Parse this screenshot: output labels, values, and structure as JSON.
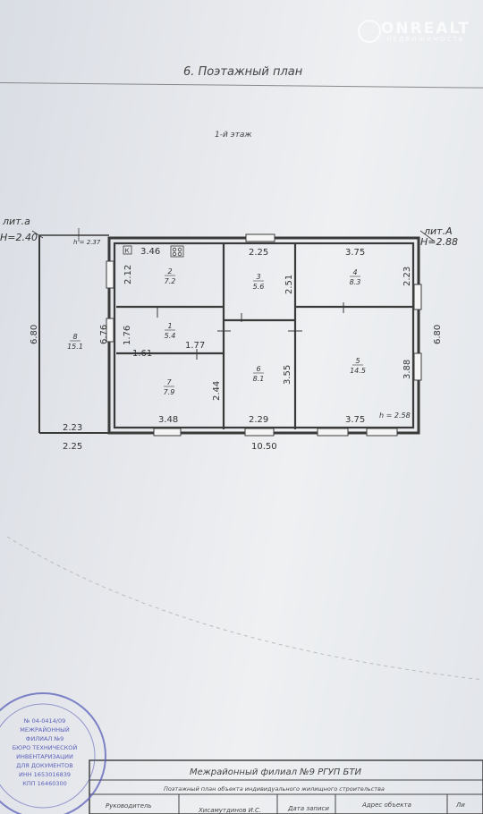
{
  "watermark": {
    "brand": "ONREALT",
    "sub": "НЕДВИЖИМОСТЬ"
  },
  "header": {
    "section_title": "6. Поэтажный план",
    "floor_label": "1-й этаж"
  },
  "liters": {
    "left": {
      "lit": "лит.а",
      "height": "H=2.40"
    },
    "right": {
      "lit": "лит.А",
      "height": "H=2.88"
    }
  },
  "ceiling_marks": {
    "left": "h = 2.37",
    "right": "h = 2.58"
  },
  "rooms": [
    {
      "num": "8",
      "area": "15.1"
    },
    {
      "num": "2",
      "area": "7.2"
    },
    {
      "num": "3",
      "area": "5.6"
    },
    {
      "num": "4",
      "area": "8.3"
    },
    {
      "num": "1",
      "area": "5.4"
    },
    {
      "num": "7",
      "area": "7.9"
    },
    {
      "num": "6",
      "area": "8.1"
    },
    {
      "num": "5",
      "area": "14.5"
    }
  ],
  "dimensions": {
    "left_total_height": "6.80",
    "right_total_height": "6.80",
    "inner_left_height": "6.76",
    "annex_bottom_inner": "2.23",
    "annex_bottom_outer": "2.25",
    "bottom_total": "10.50",
    "room2_width": "3.46",
    "room2_height": "2.12",
    "room3_width": "2.25",
    "room3_height": "2.51",
    "room4_width": "3.75",
    "room4_height": "2.23",
    "room1_height": "1.76",
    "room1_width": "1.77",
    "room1_bottom": "1.61",
    "room7_width": "3.48",
    "room7_height": "2.44",
    "room6_width": "2.29",
    "room6_height": "3.55",
    "room5_width": "3.75",
    "room5_height": "3.88"
  },
  "kitchen_mark": "К",
  "title_block": {
    "org": "Межрайонный филиал №9 РГУП БТИ",
    "desc": "Поэтажный план объекта индивидуального жилищного строительства",
    "col1": "Руководитель",
    "col2": "Хисамутдинов И.С.",
    "col3": "Дата записи",
    "col4": "Адрес объекта",
    "col5": "Ли"
  },
  "stamp": {
    "lines": [
      "№ 04-0414/09",
      "МЕЖРАЙОННЫЙ",
      "ФИЛИАЛ №9",
      "БЮРО ТЕХНИЧЕСКОЙ",
      "ИНВЕНТАРИЗАЦИИ",
      "ДЛЯ ДОКУМЕНТОВ",
      "ИНН 1653016839",
      "КПП 16460300"
    ]
  },
  "colors": {
    "ink": "#3a3a3a",
    "stamp": "#5a5fb8",
    "paper": "#e9ebee"
  }
}
